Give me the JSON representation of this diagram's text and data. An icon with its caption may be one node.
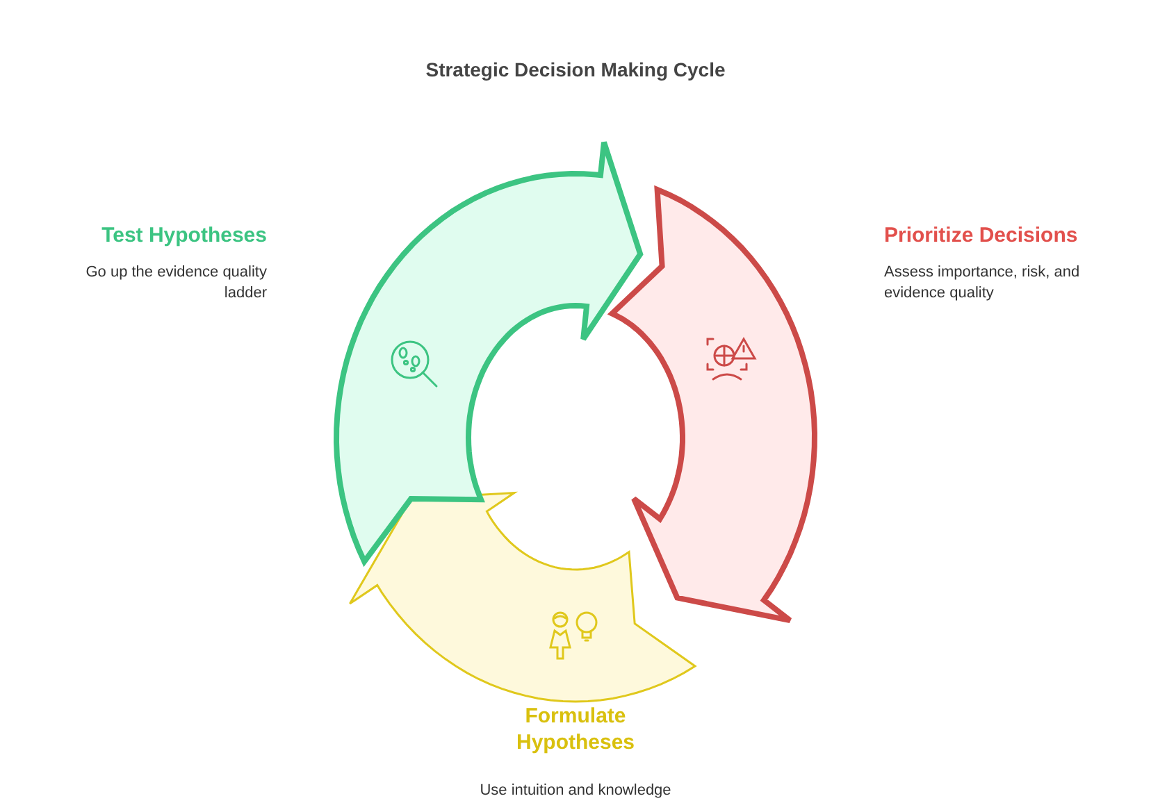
{
  "diagram": {
    "title": "Strategic Decision Making Cycle",
    "nodes": [
      {
        "text": [
          "Test Hypotheses",
          "Go up the evidence quality ladder"
        ]
      },
      {
        "text": [
          "Prioritize Decisions",
          "Assess importance, risk, and evidence quality"
        ]
      },
      {
        "text": [
          "Formulate Hypotheses",
          "Use intuition and knowledge"
        ]
      }
    ]
  }
}
